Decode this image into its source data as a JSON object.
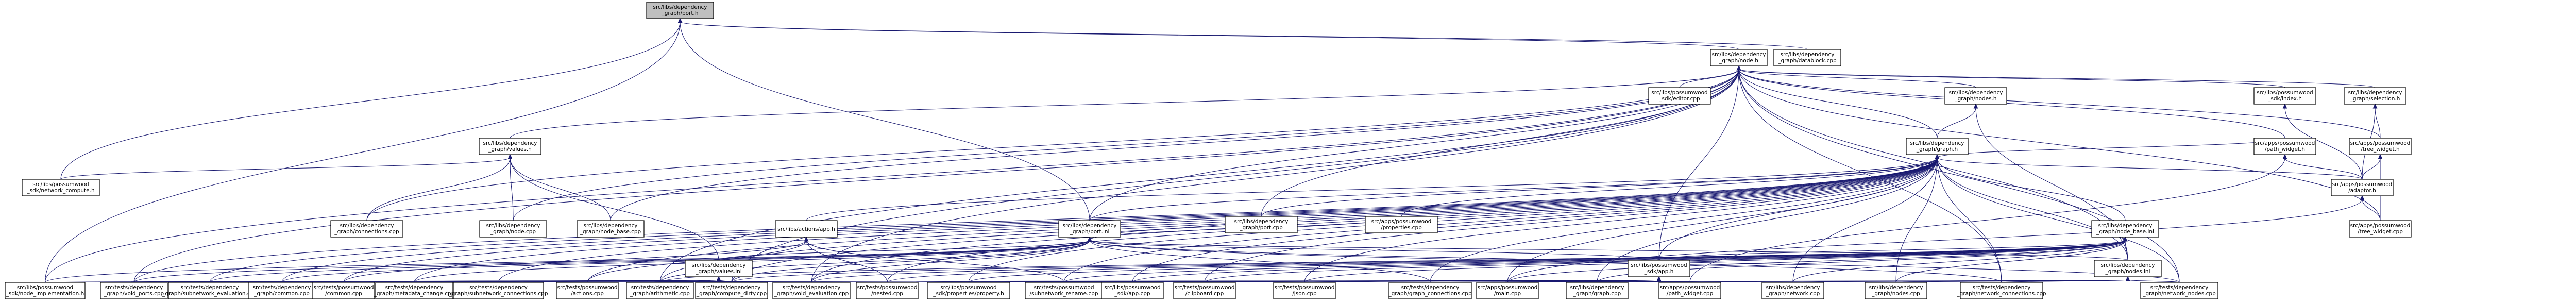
{
  "colors": {
    "edge": "#191970",
    "root_fill": "#bfbfbf",
    "node_fill": "#ffffff",
    "text": "#000000",
    "truncated_border": "#ff0000",
    "normal_border": "#000000"
  },
  "nodes": [
    {
      "id": "root",
      "lines": [
        "src/libs/dependency",
        "_graph/port.h"
      ],
      "root": true
    },
    {
      "id": "node_h",
      "lines": [
        "src/libs/dependency",
        "_graph/node.h"
      ]
    },
    {
      "id": "datablock_cpp",
      "lines": [
        "src/libs/dependency",
        "_graph/datablock.cpp"
      ]
    },
    {
      "id": "values_h",
      "lines": [
        "src/libs/dependency",
        "_graph/values.h"
      ],
      "red": true
    },
    {
      "id": "network_compute_h",
      "lines": [
        "src/libs/possumwood",
        "_sdk/network_compute.h"
      ]
    },
    {
      "id": "connections_cpp",
      "lines": [
        "src/libs/dependency",
        "_graph/connections.cpp"
      ]
    },
    {
      "id": "node_cpp",
      "lines": [
        "src/libs/dependency",
        "_graph/node.cpp"
      ]
    },
    {
      "id": "node_base_cpp",
      "lines": [
        "src/libs/dependency",
        "_graph/node_base.cpp"
      ]
    },
    {
      "id": "port_inl",
      "lines": [
        "src/libs/dependency",
        "_graph/port.inl"
      ]
    },
    {
      "id": "actions_app_h",
      "lines": [
        "src/libs/actions/app.h"
      ],
      "red": true
    },
    {
      "id": "editor_cpp",
      "lines": [
        "src/libs/possumwood",
        "_sdk/editor.cpp"
      ]
    },
    {
      "id": "nodes_h",
      "lines": [
        "src/libs/dependency",
        "_graph/nodes.h"
      ],
      "red": true
    },
    {
      "id": "graph_h",
      "lines": [
        "src/libs/dependency",
        "_graph/graph.h"
      ]
    },
    {
      "id": "node_base_inl",
      "lines": [
        "src/libs/dependency",
        "_graph/node_base.inl"
      ],
      "red": true
    },
    {
      "id": "sdk_index_h",
      "lines": [
        "src/libs/possumwood",
        "_sdk/index.h"
      ],
      "red": true
    },
    {
      "id": "selection_h",
      "lines": [
        "src/libs/dependency",
        "_graph/selection.h"
      ],
      "red": true
    },
    {
      "id": "path_widget_h",
      "lines": [
        "src/apps/possumwood",
        "/path_widget.h"
      ]
    },
    {
      "id": "tree_widget_h",
      "lines": [
        "src/apps/possumwood",
        "/tree_widget.h"
      ]
    },
    {
      "id": "adaptor_h",
      "lines": [
        "src/apps/possumwood",
        "/adaptor.h"
      ],
      "red": true
    },
    {
      "id": "tree_widget_cpp",
      "lines": [
        "src/apps/possumwood",
        "/tree_widget.cpp"
      ]
    },
    {
      "id": "port_cpp",
      "lines": [
        "src/libs/dependency",
        "_graph/port.cpp"
      ]
    },
    {
      "id": "properties_cpp",
      "lines": [
        "src/apps/possumwood",
        "/properties.cpp"
      ]
    },
    {
      "id": "values_inl",
      "lines": [
        "src/libs/dependency",
        "_graph/values.inl"
      ],
      "red": true
    },
    {
      "id": "app_h",
      "lines": [
        "src/libs/possumwood",
        "_sdk/app.h"
      ],
      "red": true
    },
    {
      "id": "nodes_inl",
      "lines": [
        "src/libs/dependency",
        "_graph/nodes.inl"
      ],
      "red": true
    },
    {
      "id": "node_implementation_h",
      "lines": [
        "src/libs/possumwood",
        "_sdk/node_implementation.h"
      ],
      "red": true
    },
    {
      "id": "void_ports_cpp",
      "lines": [
        "src/tests/dependency",
        "_graph/void_ports.cpp"
      ]
    },
    {
      "id": "subnetwork_evaluation_cpp",
      "lines": [
        "src/tests/dependency",
        "_graph/subnetwork_evaluation.cpp"
      ]
    },
    {
      "id": "t_common_cpp",
      "lines": [
        "src/tests/dependency",
        "_graph/common.cpp"
      ]
    },
    {
      "id": "common_cpp",
      "lines": [
        "src/tests/possumwood",
        "/common.cpp"
      ]
    },
    {
      "id": "metadata_change_cpp",
      "lines": [
        "src/tests/dependency",
        "_graph/metadata_change.cpp"
      ]
    },
    {
      "id": "subnetwork_connections_cpp",
      "lines": [
        "src/tests/dependency",
        "_graph/subnetwork_connections.cpp"
      ]
    },
    {
      "id": "actions_cpp",
      "lines": [
        "src/tests/possumwood",
        "/actions.cpp"
      ]
    },
    {
      "id": "arithmetic_cpp",
      "lines": [
        "src/tests/dependency",
        "_graph/arithmetic.cpp"
      ]
    },
    {
      "id": "compute_dirty_cpp",
      "lines": [
        "src/tests/dependency",
        "_graph/compute_dirty.cpp"
      ]
    },
    {
      "id": "void_evaluation_cpp",
      "lines": [
        "src/tests/dependency",
        "_graph/void_evaluation.cpp"
      ]
    },
    {
      "id": "nested_cpp",
      "lines": [
        "src/tests/possumwood",
        "/nested.cpp"
      ]
    },
    {
      "id": "property_h",
      "lines": [
        "src/libs/possumwood",
        "_sdk/properties/property.h"
      ],
      "red": true
    },
    {
      "id": "subnetwork_rename_cpp",
      "lines": [
        "src/tests/possumwood",
        "/subnetwork_rename.cpp"
      ]
    },
    {
      "id": "sdk_app_cpp",
      "lines": [
        "src/libs/possumwood",
        "_sdk/app.cpp"
      ]
    },
    {
      "id": "clipboard_cpp",
      "lines": [
        "src/tests/possumwood",
        "/clipboard.cpp"
      ]
    },
    {
      "id": "json_cpp",
      "lines": [
        "src/tests/possumwood",
        "/json.cpp"
      ]
    },
    {
      "id": "graph_connections_cpp",
      "lines": [
        "src/tests/dependency",
        "_graph/graph_connections.cpp"
      ]
    },
    {
      "id": "main_cpp",
      "lines": [
        "src/apps/possumwood",
        "/main.cpp"
      ]
    },
    {
      "id": "graph_cpp",
      "lines": [
        "src/libs/dependency",
        "_graph/graph.cpp"
      ]
    },
    {
      "id": "path_widget_cpp",
      "lines": [
        "src/apps/possumwood",
        "/path_widget.cpp"
      ]
    },
    {
      "id": "network_cpp",
      "lines": [
        "src/libs/dependency",
        "_graph/network.cpp"
      ]
    },
    {
      "id": "nodes_cpp",
      "lines": [
        "src/libs/dependency",
        "_graph/nodes.cpp"
      ]
    },
    {
      "id": "network_connections_cpp",
      "lines": [
        "src/tests/dependency",
        "_graph/network_connections.cpp"
      ]
    },
    {
      "id": "network_nodes_cpp",
      "lines": [
        "src/tests/dependency",
        "_graph/network_nodes.cpp"
      ]
    }
  ],
  "edges": [
    [
      "root",
      "node_h"
    ],
    [
      "root",
      "datablock_cpp"
    ],
    [
      "root",
      "network_compute_h"
    ],
    [
      "root",
      "port_inl"
    ],
    [
      "root",
      "node_implementation_h"
    ],
    [
      "node_h",
      "values_h"
    ],
    [
      "node_h",
      "editor_cpp"
    ],
    [
      "node_h",
      "nodes_h"
    ],
    [
      "node_h",
      "graph_h"
    ],
    [
      "node_h",
      "connections_cpp"
    ],
    [
      "node_h",
      "node_cpp"
    ],
    [
      "node_h",
      "node_base_cpp"
    ],
    [
      "node_h",
      "port_inl"
    ],
    [
      "node_h",
      "sdk_index_h"
    ],
    [
      "node_h",
      "selection_h"
    ],
    [
      "node_h",
      "path_widget_h"
    ],
    [
      "node_h",
      "tree_widget_h"
    ],
    [
      "node_h",
      "app_h"
    ],
    [
      "node_h",
      "nodes_inl"
    ],
    [
      "node_h",
      "void_ports_cpp"
    ],
    [
      "node_h",
      "void_evaluation_cpp"
    ],
    [
      "node_h",
      "arithmetic_cpp"
    ],
    [
      "node_h",
      "compute_dirty_cpp"
    ],
    [
      "node_h",
      "port_cpp"
    ],
    [
      "node_h",
      "network_connections_cpp"
    ],
    [
      "node_h",
      "network_nodes_cpp"
    ],
    [
      "node_h",
      "tree_widget_cpp"
    ],
    [
      "node_h",
      "node_implementation_h"
    ],
    [
      "values_h",
      "network_compute_h"
    ],
    [
      "values_h",
      "node_cpp"
    ],
    [
      "values_h",
      "node_base_cpp"
    ],
    [
      "values_h",
      "values_inl"
    ],
    [
      "values_h",
      "connections_cpp"
    ],
    [
      "nodes_h",
      "graph_h"
    ],
    [
      "nodes_h",
      "nodes_inl"
    ],
    [
      "sdk_index_h",
      "adaptor_h"
    ],
    [
      "selection_h",
      "adaptor_h"
    ],
    [
      "selection_h",
      "tree_widget_h"
    ],
    [
      "graph_h",
      "port_inl"
    ],
    [
      "graph_h",
      "node_base_inl"
    ],
    [
      "graph_h",
      "actions_app_h"
    ],
    [
      "graph_h",
      "adaptor_h"
    ],
    [
      "graph_h",
      "path_widget_h"
    ],
    [
      "graph_h",
      "port_cpp"
    ],
    [
      "graph_h",
      "properties_cpp"
    ],
    [
      "graph_h",
      "app_h"
    ],
    [
      "graph_h",
      "nodes_inl"
    ],
    [
      "graph_h",
      "t_common_cpp"
    ],
    [
      "graph_h",
      "metadata_change_cpp"
    ],
    [
      "graph_h",
      "subnetwork_connections_cpp"
    ],
    [
      "graph_h",
      "arithmetic_cpp"
    ],
    [
      "graph_h",
      "compute_dirty_cpp"
    ],
    [
      "graph_h",
      "void_evaluation_cpp"
    ],
    [
      "graph_h",
      "nested_cpp"
    ],
    [
      "graph_h",
      "subnetwork_rename_cpp"
    ],
    [
      "graph_h",
      "clipboard_cpp"
    ],
    [
      "graph_h",
      "json_cpp"
    ],
    [
      "graph_h",
      "graph_connections_cpp"
    ],
    [
      "graph_h",
      "main_cpp"
    ],
    [
      "graph_h",
      "graph_cpp"
    ],
    [
      "graph_h",
      "network_cpp"
    ],
    [
      "graph_h",
      "nodes_cpp"
    ],
    [
      "graph_h",
      "network_connections_cpp"
    ],
    [
      "graph_h",
      "network_nodes_cpp"
    ],
    [
      "graph_h",
      "subnetwork_evaluation_cpp"
    ],
    [
      "graph_h",
      "void_ports_cpp"
    ],
    [
      "graph_h",
      "common_cpp"
    ],
    [
      "graph_h",
      "actions_cpp"
    ],
    [
      "graph_h",
      "sdk_app_cpp"
    ],
    [
      "graph_h",
      "property_h"
    ],
    [
      "actions_app_h",
      "common_cpp"
    ],
    [
      "actions_app_h",
      "actions_cpp"
    ],
    [
      "actions_app_h",
      "nested_cpp"
    ],
    [
      "actions_app_h",
      "subnetwork_rename_cpp"
    ],
    [
      "port_inl",
      "values_inl"
    ],
    [
      "port_inl",
      "port_cpp"
    ],
    [
      "port_inl",
      "properties_cpp"
    ],
    [
      "port_inl",
      "app_h"
    ],
    [
      "port_inl",
      "nodes_inl"
    ],
    [
      "port_inl",
      "node_implementation_h"
    ],
    [
      "port_inl",
      "void_ports_cpp"
    ],
    [
      "port_inl",
      "subnetwork_evaluation_cpp"
    ],
    [
      "port_inl",
      "t_common_cpp"
    ],
    [
      "port_inl",
      "metadata_change_cpp"
    ],
    [
      "port_inl",
      "arithmetic_cpp"
    ],
    [
      "port_inl",
      "compute_dirty_cpp"
    ],
    [
      "port_inl",
      "void_evaluation_cpp"
    ],
    [
      "port_inl",
      "graph_connections_cpp"
    ],
    [
      "port_inl",
      "network_connections_cpp"
    ],
    [
      "port_inl",
      "network_nodes_cpp"
    ],
    [
      "node_base_inl",
      "app_h"
    ],
    [
      "node_base_inl",
      "nodes_inl"
    ],
    [
      "node_base_inl",
      "graph_cpp"
    ],
    [
      "node_base_inl",
      "network_cpp"
    ],
    [
      "node_base_inl",
      "nodes_cpp"
    ],
    [
      "node_base_inl",
      "main_cpp"
    ],
    [
      "node_base_inl",
      "json_cpp"
    ],
    [
      "node_base_inl",
      "clipboard_cpp"
    ],
    [
      "node_base_inl",
      "sdk_app_cpp"
    ],
    [
      "node_base_inl",
      "property_h"
    ],
    [
      "node_base_inl",
      "subnetwork_rename_cpp"
    ],
    [
      "node_base_inl",
      "nested_cpp"
    ],
    [
      "node_base_inl",
      "void_evaluation_cpp"
    ],
    [
      "node_base_inl",
      "compute_dirty_cpp"
    ],
    [
      "node_base_inl",
      "arithmetic_cpp"
    ],
    [
      "values_inl",
      "void_ports_cpp"
    ],
    [
      "values_inl",
      "subnetwork_evaluation_cpp"
    ],
    [
      "values_inl",
      "t_common_cpp"
    ],
    [
      "values_inl",
      "common_cpp"
    ],
    [
      "values_inl",
      "metadata_change_cpp"
    ],
    [
      "values_inl",
      "subnetwork_connections_cpp"
    ],
    [
      "values_inl",
      "arithmetic_cpp"
    ],
    [
      "values_inl",
      "compute_dirty_cpp"
    ],
    [
      "values_inl",
      "node_implementation_h"
    ],
    [
      "app_h",
      "actions_cpp"
    ],
    [
      "app_h",
      "nested_cpp"
    ],
    [
      "app_h",
      "property_h"
    ],
    [
      "app_h",
      "subnetwork_rename_cpp"
    ],
    [
      "app_h",
      "sdk_app_cpp"
    ],
    [
      "app_h",
      "clipboard_cpp"
    ],
    [
      "app_h",
      "json_cpp"
    ],
    [
      "app_h",
      "main_cpp"
    ],
    [
      "app_h",
      "common_cpp"
    ],
    [
      "nodes_inl",
      "graph_connections_cpp"
    ],
    [
      "nodes_inl",
      "main_cpp"
    ],
    [
      "nodes_inl",
      "graph_cpp"
    ],
    [
      "nodes_inl",
      "path_widget_cpp"
    ],
    [
      "nodes_inl",
      "network_cpp"
    ],
    [
      "nodes_inl",
      "nodes_cpp"
    ],
    [
      "nodes_inl",
      "network_connections_cpp"
    ],
    [
      "nodes_inl",
      "network_nodes_cpp"
    ],
    [
      "path_widget_h",
      "path_widget_cpp"
    ],
    [
      "path_widget_h",
      "adaptor_h"
    ],
    [
      "tree_widget_h",
      "tree_widget_cpp"
    ],
    [
      "tree_widget_h",
      "adaptor_h"
    ],
    [
      "adaptor_h",
      "tree_widget_cpp"
    ],
    [
      "adaptor_h",
      "main_cpp"
    ]
  ]
}
